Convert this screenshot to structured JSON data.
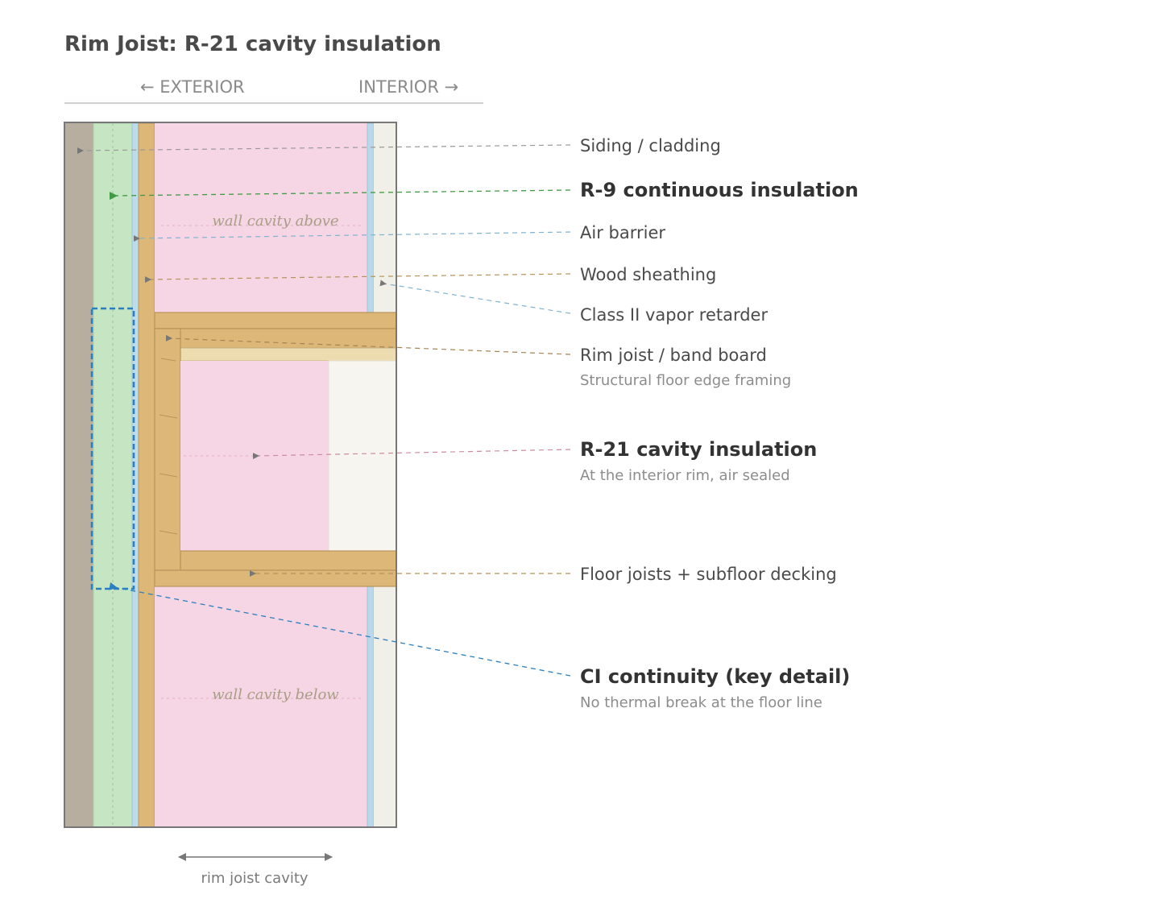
{
  "title": "Rim Joist: R-21 cavity insulation",
  "direction": {
    "exterior": "← EXTERIOR",
    "interior": "INTERIOR →"
  },
  "cavity_labels": {
    "above": "wall cavity above",
    "below": "wall cavity below"
  },
  "dimension_label": "rim joist cavity",
  "callouts": [
    {
      "id": "siding",
      "label": "Siding / cladding",
      "sub": "",
      "emphasis": false,
      "color": "#888888"
    },
    {
      "id": "ci",
      "label": "R-9 continuous insulation",
      "sub": "",
      "emphasis": true,
      "color": "#3f9a44"
    },
    {
      "id": "air",
      "label": "Air barrier",
      "sub": "",
      "emphasis": false,
      "color": "#7fb3cf"
    },
    {
      "id": "sheathing",
      "label": "Wood sheathing",
      "sub": "",
      "emphasis": false,
      "color": "#b5925a"
    },
    {
      "id": "vapor",
      "label": "Class II vapor retarder",
      "sub": "",
      "emphasis": false,
      "color": "#7fb3cf"
    },
    {
      "id": "rim",
      "label": "Rim joist / band board",
      "sub": "Structural floor edge framing",
      "emphasis": false,
      "color": "#a68454"
    },
    {
      "id": "cavity",
      "label": "R-21 cavity insulation",
      "sub": "At the interior rim, air sealed",
      "emphasis": true,
      "color": "#cc8aa3"
    },
    {
      "id": "floor",
      "label": "Floor joists + subfloor decking",
      "sub": "",
      "emphasis": false,
      "color": "#b5925a"
    },
    {
      "id": "key",
      "label": "CI continuity (key detail)",
      "sub": "No thermal break at the floor line",
      "emphasis": true,
      "color": "#2a7fc1"
    }
  ],
  "colors": {
    "siding": "#b7ae9f",
    "continuous_insulation": "#c6e6c3",
    "air_barrier": "#bcdcea",
    "sheathing": "#ddb778",
    "cavity_insulation": "#f6d6e4",
    "vapor_retarder": "#b9d9ea",
    "drywall": "#f0efe8",
    "framing": "#ddb778",
    "framing_edge": "#b9935a",
    "key_detail": "#2a7fc1"
  }
}
